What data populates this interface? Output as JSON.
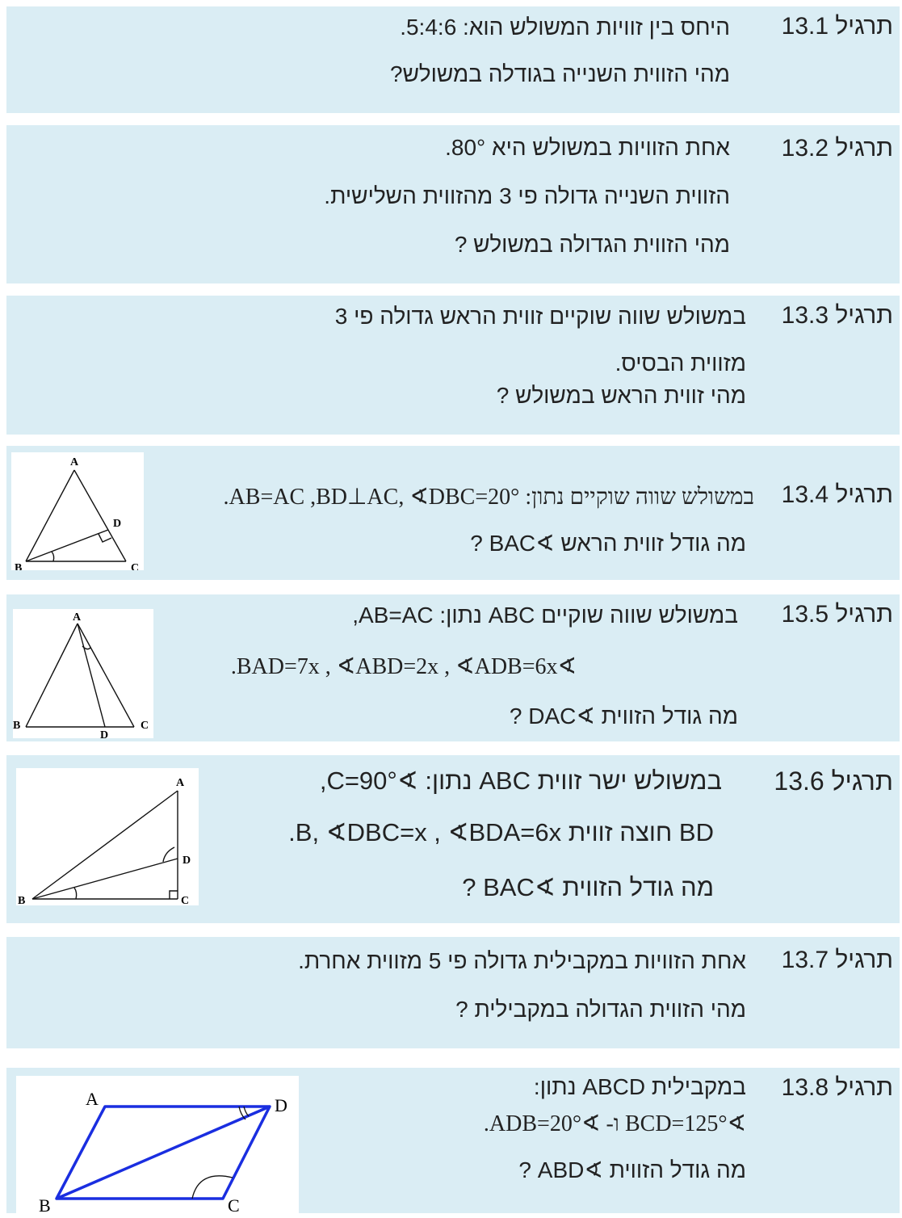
{
  "exercises": [
    {
      "label": "תרגיל 13.1",
      "lines": [
        "היחס בין זוויות המשולש הוא:  5:4:6.",
        "מהי הזווית השנייה בגודלה במשולש?"
      ]
    },
    {
      "label": "תרגיל 13.2",
      "lines": [
        "אחת הזוויות במשולש היא 80°.",
        "הזווית השנייה גדולה פי 3 מהזווית השלישית.",
        "מהי הזווית הגדולה במשולש ?"
      ]
    },
    {
      "label": "תרגיל 13.3",
      "lines": [
        "במשולש שווה שוקיים זווית הראש גדולה פי 3",
        "מזווית הבסיס.",
        "מהי זווית הראש במשולש ?"
      ]
    },
    {
      "label": "תרגיל 13.4",
      "lines": [
        "במשולש שווה שוקיים נתון:  AB=AC ,BD⊥AC, ∢DBC=20°.",
        "מה גודל זווית הראש ∢BAC ?"
      ],
      "figure_labels": {
        "a": "A",
        "b": "B",
        "c": "C",
        "d": "D"
      }
    },
    {
      "label": "תרגיל 13.5",
      "lines": [
        "במשולש  שווה שוקיים  ABC  נתון:  AB=AC,",
        "∢BAD=7x , ∢ABD=2x , ∢ADB=6x.",
        "מה גודל הזווית ∢DAC ?"
      ],
      "figure_labels": {
        "a": "A",
        "b": "B",
        "c": "C",
        "d": "D"
      }
    },
    {
      "label": "תרגיל 13.6",
      "lines": [
        "במשולש ישר זווית ABC נתון:  ∢C=90°,",
        "BD חוצה זווית B,  ∢DBC=x ,  ∢BDA=6x.",
        "מה גודל הזווית ∢BAC ?"
      ],
      "figure_labels": {
        "a": "A",
        "b": "B",
        "c": "C",
        "d": "D"
      }
    },
    {
      "label": "תרגיל 13.7",
      "lines": [
        "אחת הזוויות במקבילית גדולה פי 5 מזווית אחרת.",
        "מהי הזווית הגדולה במקבילית ?"
      ]
    },
    {
      "label": "תרגיל 13.8",
      "lines": [
        "במקבילית ABCD נתון:",
        "∢BCD=125° ו- ∢ADB=20°.",
        "מה גודל הזווית ∢ABD ?"
      ],
      "figure_labels": {
        "a": "A",
        "b": "B",
        "c": "C",
        "d": "D"
      },
      "figure_color": "#1a2ee0"
    }
  ]
}
